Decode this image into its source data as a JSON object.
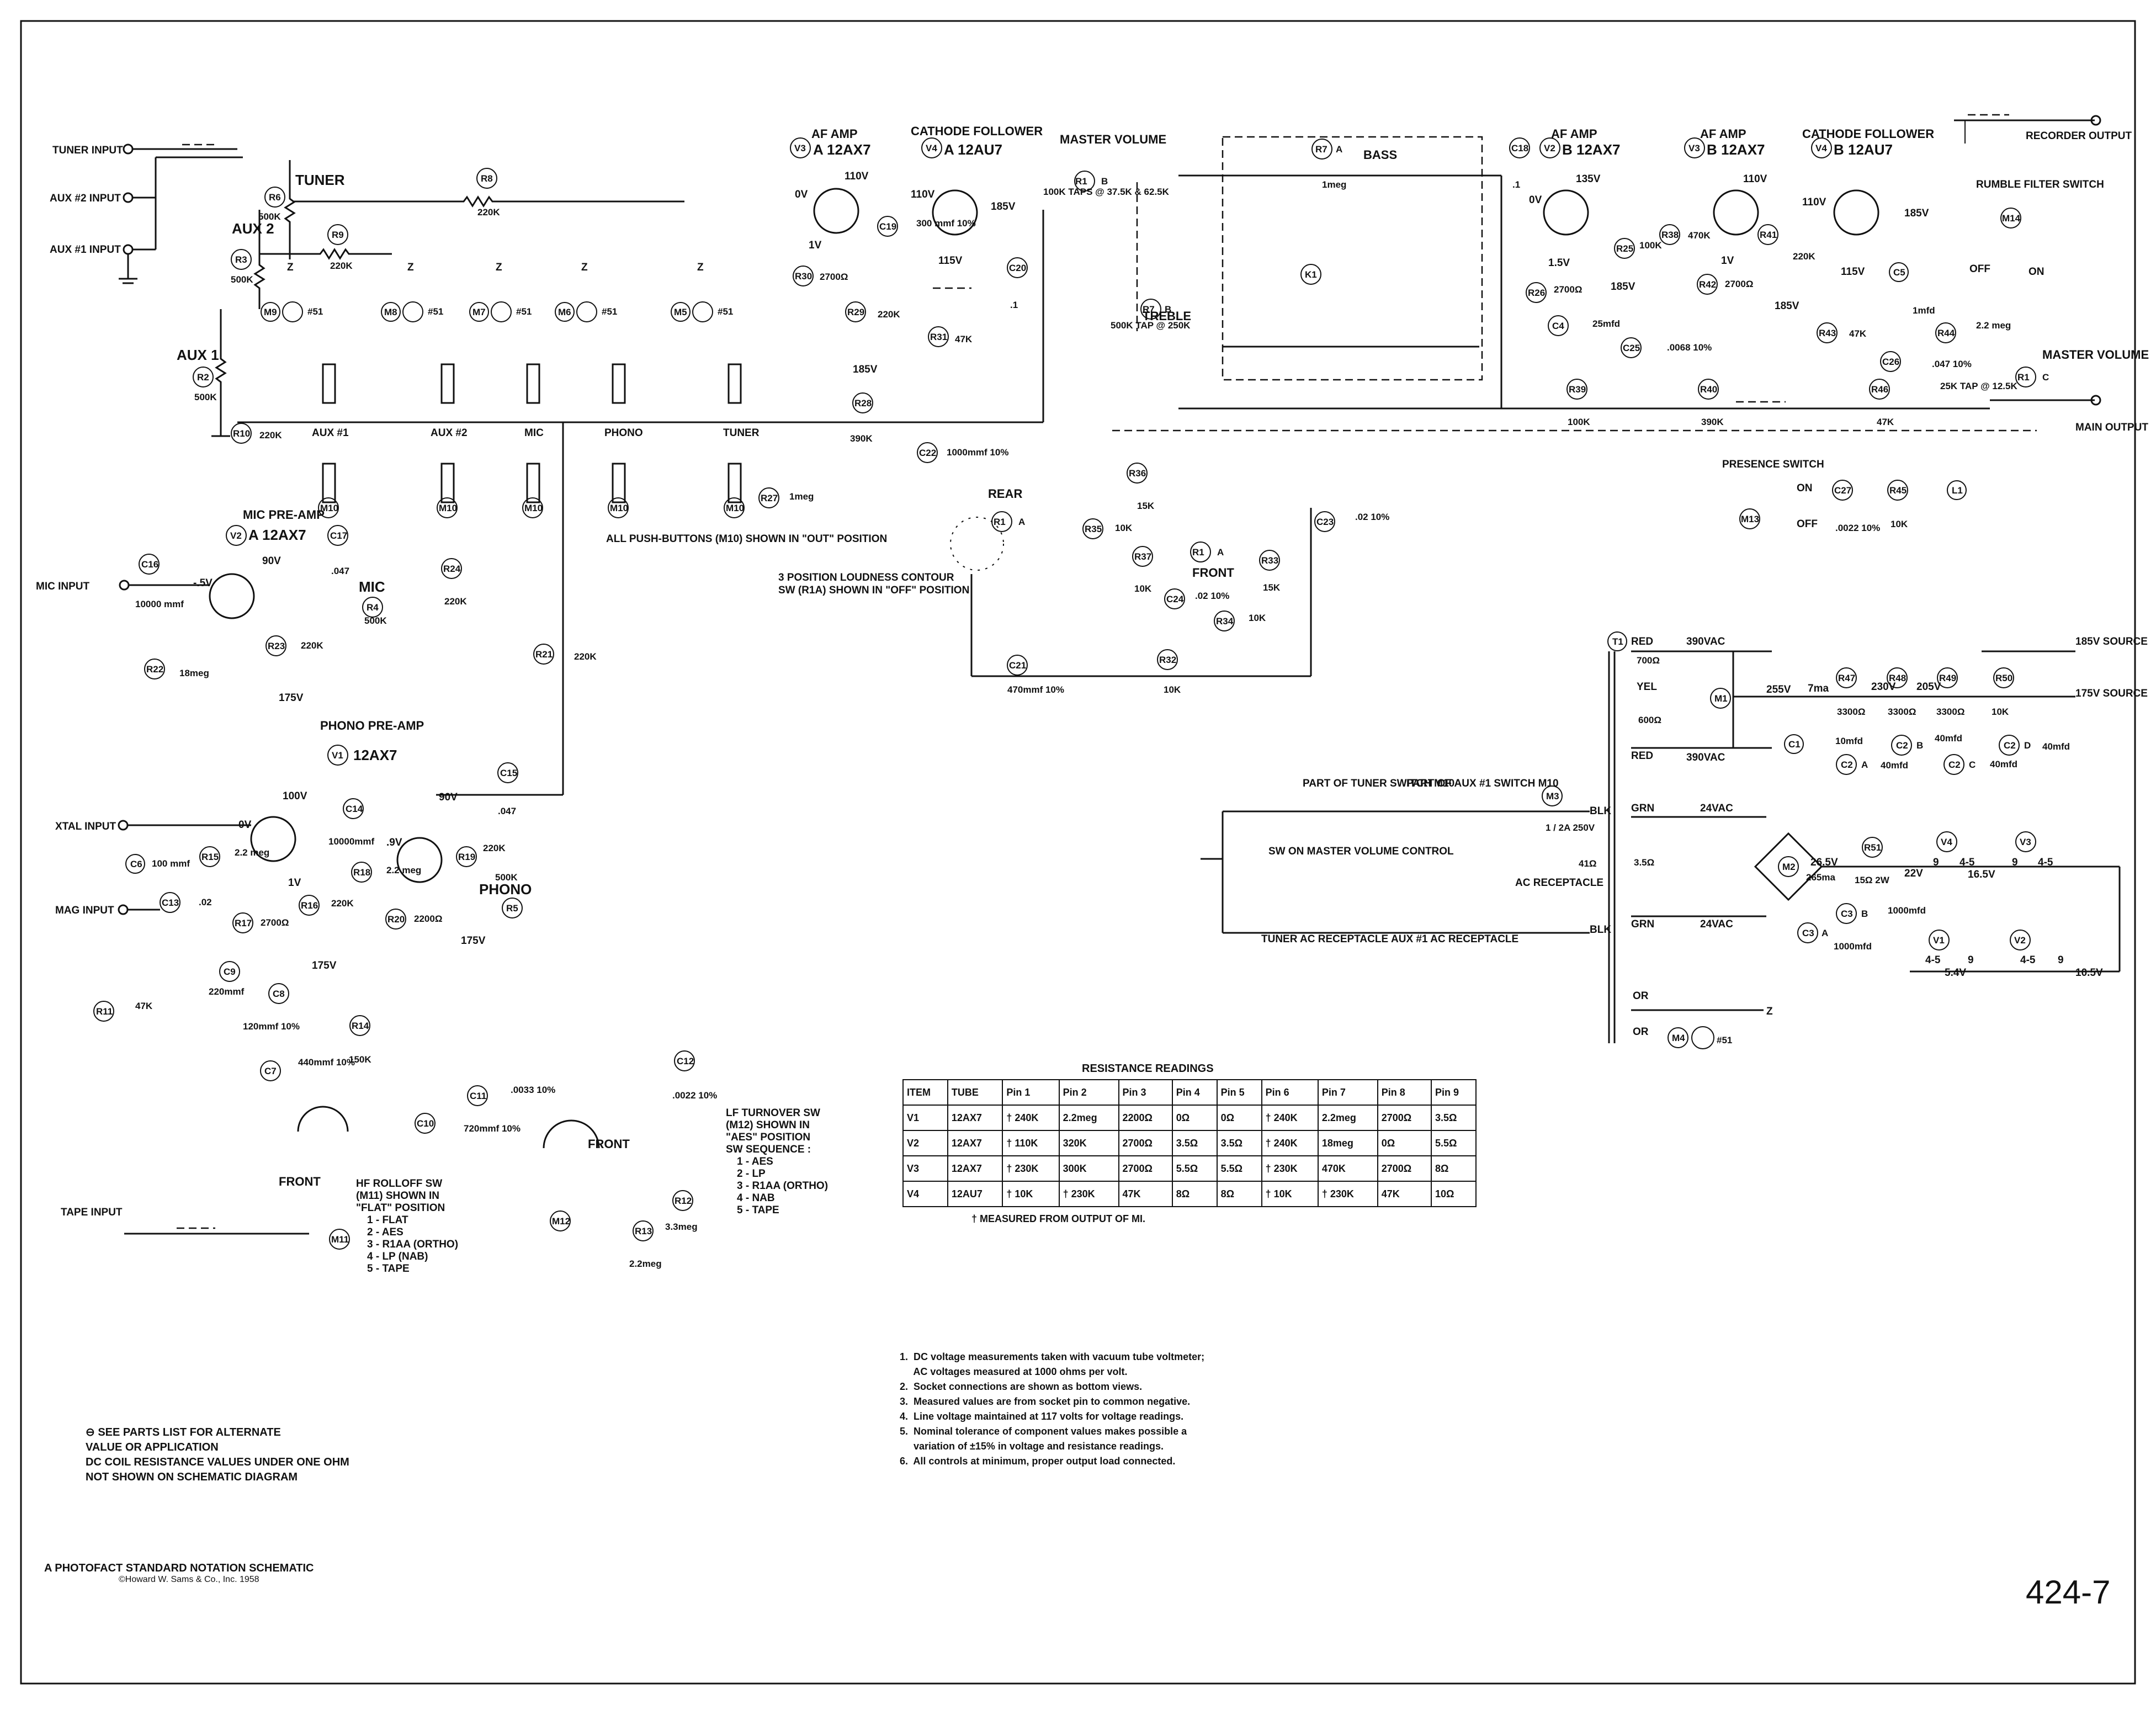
{
  "inputs": {
    "tuner": "TUNER INPUT",
    "aux2": "AUX #2 INPUT",
    "aux1": "AUX #1 INPUT",
    "mic": "MIC INPUT",
    "xtal": "XTAL INPUT",
    "mag": "MAG INPUT",
    "tape": "TAPE INPUT"
  },
  "outputs": {
    "recorder": "RECORDER OUTPUT",
    "main": "MAIN OUTPUT",
    "src185": "185V SOURCE",
    "src175": "175V SOURCE"
  },
  "stages": {
    "af1": "AF AMP",
    "v3a": "V3",
    "v3a_t": "A 12AX7",
    "cf1": "CATHODE FOLLOWER",
    "v4a": "V4",
    "v4a_t": "A 12AU7",
    "af2": "AF AMP",
    "v2b": "V2",
    "v2b_t": "B 12AX7",
    "af3": "AF AMP",
    "v3b": "V3",
    "v3b_t": "B 12AX7",
    "cf2": "CATHODE FOLLOWER",
    "v4b": "V4",
    "v4b_t": "B 12AU7",
    "micpre": "MIC PRE-AMP",
    "v2a": "V2",
    "v2a_t": "A 12AX7",
    "phonopre": "PHONO PRE-AMP",
    "v1": "V1",
    "v1_t": "12AX7"
  },
  "controls": {
    "tuner": "TUNER",
    "aux2": "AUX 2",
    "aux1": "AUX 1",
    "mic": "MIC",
    "phono": "PHONO",
    "master": "MASTER VOLUME",
    "bass": "BASS",
    "treble": "TREBLE",
    "rumble": "RUMBLE FILTER SWITCH",
    "presence": "PRESENCE SWITCH",
    "master2": "MASTER VOLUME",
    "off": "OFF",
    "on": "ON",
    "rear": "REAR",
    "front": "FRONT",
    "front2": "FRONT",
    "front3": "FRONT"
  },
  "buttons": [
    "AUX #1",
    "AUX #2",
    "MIC",
    "PHONO",
    "TUNER"
  ],
  "button_note": "ALL PUSH-BUTTONS (M10) SHOWN IN \"OUT\" POSITION",
  "loudness_note": [
    "3 POSITION LOUDNESS CONTOUR",
    "SW (R1A) SHOWN IN \"OFF\" POSITION"
  ],
  "hf_note": [
    "HF ROLLOFF SW",
    "(M11) SHOWN IN",
    "\"FLAT\" POSITION",
    "1 - FLAT",
    "2 - AES",
    "3 - R1AA (ORTHO)",
    "4 - LP (NAB)",
    "5 - TAPE"
  ],
  "lf_note": [
    "LF TURNOVER SW",
    "(M12) SHOWN IN",
    "\"AES\" POSITION",
    "SW SEQUENCE :",
    "1 - AES",
    "2 - LP",
    "3 - R1AA (ORTHO)",
    "4 - NAB",
    "5 - TAPE"
  ],
  "voltages": {
    "v110a": "110V",
    "v110b": "110V",
    "v185a": "185V",
    "v185b": "185V",
    "v185c": "185V",
    "v185d": "185V",
    "v115a": "115V",
    "v115b": "115V",
    "v135": "135V",
    "v0a": "0V",
    "v0b": "0V",
    "v0c": "0V",
    "v90a": "90V",
    "v90b": "90V",
    "v100": "100V",
    "v175a": "175V",
    "v175b": "175V",
    "v175c": "175V",
    "v255": "255V",
    "v230": "230V",
    "v205": "205V",
    "v1a": "1V",
    "v1b": "1V",
    "v15": "1.5V",
    "v5": "-.5V",
    "v265": "26.5V",
    "v22": "22V",
    "v165": "16.5V",
    "v54": "5.4V",
    "v105": "10.5V",
    "v9": ".9V",
    "v7ma": "7ma"
  },
  "parts": {
    "R1": "100K TAPS @ 37.5K & 62.5K",
    "R2": "500K",
    "R3": "500K",
    "R4": "500K",
    "R5": "500K",
    "R6": "500K",
    "R7": "1meg",
    "R7B": "500K TAP @ 250K",
    "R8": "220K",
    "R9": "220K",
    "R10": "220K",
    "R21": "220K",
    "R22": "18meg",
    "R23": "220K",
    "R24": "220K",
    "R27": "1meg",
    "R28": "390K",
    "R29": "220K",
    "R30": "2700Ω",
    "R31": "47K",
    "R32": "10K",
    "R33": "15K",
    "R34": "10K",
    "R35": "10K",
    "R36": "15K",
    "R37": "10K",
    "R38": "470K",
    "R39": "100K",
    "R40": "390K",
    "R41": "220K",
    "R42": "2700Ω",
    "R43": "47K",
    "R44": "2.2 meg",
    "R46": "47K",
    "R45": "10K",
    "R47": "3300Ω",
    "R48": "3300Ω",
    "R49": "3300Ω",
    "R50": "10K",
    "R51": "15Ω 2W",
    "R25": "100K",
    "R26": "2700Ω",
    "R15": "2.2 meg",
    "R17": "2700Ω",
    "R16": "220K",
    "R18": "2.2 meg",
    "R19": "220K",
    "R20": "2200Ω",
    "R11": "47K",
    "R12": "3.3meg",
    "R13": "2.2meg",
    "R14": "150K",
    "C5": "1mfd",
    "C6": "100 mmf",
    "C7": "440mmf 10%",
    "C8": "120mmf 10%",
    "C9": "220mmf",
    "C10": "720mmf 10%",
    "C11": ".0033 10%",
    "C12": ".0022 10%",
    "C13": ".02",
    "C14": "10000mmf",
    "C15": ".047",
    "C16": "10000 mmf",
    "C17": ".047",
    "C18": ".1",
    "C19": "300 mmf 10%",
    "C20": ".1",
    "C21": "470mmf 10%",
    "C22": "1000mmf 10%",
    "C23": ".02 10%",
    "C24": ".02 10%",
    "C25": ".0068 10%",
    "C26": ".047 10%",
    "C27": ".0022 10%",
    "C4": "25mfd",
    "C1": "10mfd",
    "C2A": "40mfd",
    "C2B": "40mfd",
    "C2C": "40mfd",
    "C2D": "40mfd",
    "C3A": "1000mfd",
    "C3B": "1000mfd",
    "R1C": "25K TAP @ 12.5K"
  },
  "power": {
    "red": "RED",
    "yel": "YEL",
    "grn": "GRN",
    "or": "OR",
    "blk": "BLK",
    "v390a": "390VAC",
    "v390b": "390VAC",
    "v24a": "24VAC",
    "v24b": "24VAC",
    "r700": "700Ω",
    "r600": "600Ω",
    "r35": "3.5Ω",
    "r41": "41Ω",
    "fuse": "1 / 2A 250V",
    "ma265": "265ma",
    "sw_master": "SW ON MASTER VOLUME CONTROL",
    "tuner_part": "PART OF TUNER SWITCH M10",
    "aux_part": "PART OF AUX #1 SWITCH M10",
    "ac_rec": "AC RECEPTACLE",
    "tuner_ac": "TUNER AC RECEPTACLE",
    "aux_ac": "AUX #1 AC RECEPTACLE",
    "lamp": "#51",
    "z": "Z"
  },
  "table": {
    "caption": "RESISTANCE READINGS",
    "headers": [
      "ITEM",
      "TUBE",
      "Pin 1",
      "Pin 2",
      "Pin 3",
      "Pin 4",
      "Pin 5",
      "Pin 6",
      "Pin 7",
      "Pin 8",
      "Pin 9"
    ],
    "rows": [
      [
        "V1",
        "12AX7",
        "† 240K",
        "2.2meg",
        "2200Ω",
        "0Ω",
        "0Ω",
        "† 240K",
        "2.2meg",
        "2700Ω",
        "3.5Ω"
      ],
      [
        "V2",
        "12AX7",
        "† 110K",
        "320K",
        "2700Ω",
        "3.5Ω",
        "3.5Ω",
        "† 240K",
        "18meg",
        "0Ω",
        "5.5Ω"
      ],
      [
        "V3",
        "12AX7",
        "† 230K",
        "300K",
        "2700Ω",
        "5.5Ω",
        "5.5Ω",
        "† 230K",
        "470K",
        "2700Ω",
        "8Ω"
      ],
      [
        "V4",
        "12AU7",
        "† 10K",
        "† 230K",
        "47K",
        "8Ω",
        "8Ω",
        "† 10K",
        "† 230K",
        "47K",
        "10Ω"
      ]
    ],
    "footnote": "† MEASURED FROM OUTPUT OF MI."
  },
  "notes": [
    "1.  DC voltage measurements taken with vacuum tube voltmeter;",
    "     AC voltages measured at 1000 ohms per volt.",
    "2.  Socket connections are shown as bottom views.",
    "3.  Measured values are from socket pin to common negative.",
    "4.  Line voltage maintained at 117 volts for voltage readings.",
    "5.  Nominal tolerance of component values makes possible a",
    "     variation of ±15% in voltage and resistance readings.",
    "6.  All controls at minimum, proper output load connected."
  ],
  "legend": [
    "⊖ SEE PARTS LIST FOR ALTERNATE",
    "    VALUE OR APPLICATION",
    "",
    "DC COIL RESISTANCE VALUES UNDER ONE OHM",
    "NOT SHOWN ON SCHEMATIC DIAGRAM"
  ],
  "footer": {
    "title": "A PHOTOFACT STANDARD NOTATION SCHEMATIC",
    "copyright": "©Howard W. Sams & Co., Inc. 1958"
  },
  "page_number": "424-7"
}
